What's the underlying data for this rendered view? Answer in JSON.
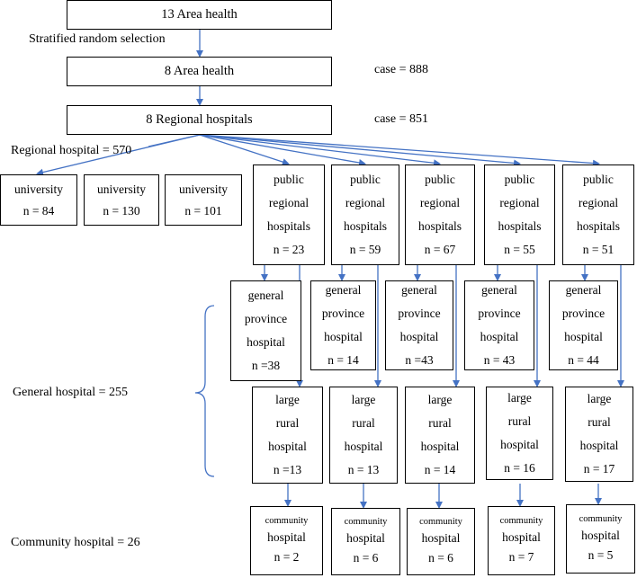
{
  "top": {
    "area13": "13 Area health",
    "selection": "Stratified random selection",
    "area8": "8 Area health",
    "case888": "case = 888",
    "regional8": "8 Regional hospitals",
    "case851": "case = 851"
  },
  "labels": {
    "regional_total": "Regional hospital = 570",
    "general_total": "General hospital = 255",
    "community_total": "Community hospital = 26"
  },
  "universities": [
    {
      "name": "university",
      "n": "n = 84"
    },
    {
      "name": "university",
      "n": "n = 130"
    },
    {
      "name": "university",
      "n": "n = 101"
    }
  ],
  "columns": [
    {
      "public": [
        "public",
        "regional",
        "hospitals"
      ],
      "public_n": "n = 23",
      "general": [
        "general",
        "province",
        "hospital"
      ],
      "general_n": "n =38",
      "rural": [
        "large",
        "rural",
        "hospital"
      ],
      "rural_n": "n =13",
      "community": [
        "community",
        "hospital"
      ],
      "community_n": "n = 2"
    },
    {
      "public": [
        "public",
        "regional",
        "hospitals"
      ],
      "public_n": "n = 59",
      "general": [
        "general",
        "province",
        "hospital"
      ],
      "general_n": "n = 14",
      "rural": [
        "large",
        "rural",
        "hospital"
      ],
      "rural_n": "n = 13",
      "community": [
        "community",
        "hospital"
      ],
      "community_n": "n = 6"
    },
    {
      "public": [
        "public",
        "regional",
        "hospitals"
      ],
      "public_n": "n = 67",
      "general": [
        "general",
        "province",
        "hospital"
      ],
      "general_n": "n =43",
      "rural": [
        "large",
        "rural",
        "hospital"
      ],
      "rural_n": "n = 14",
      "community": [
        "community",
        "hospital"
      ],
      "community_n": "n = 6"
    },
    {
      "public": [
        "public",
        "regional",
        "hospitals"
      ],
      "public_n": "n = 55",
      "general": [
        "general",
        "province",
        "hospital"
      ],
      "general_n": "n = 43",
      "rural": [
        "large",
        "rural",
        "hospital"
      ],
      "rural_n": "n = 16",
      "community": [
        "community",
        "hospital"
      ],
      "community_n": "n = 7"
    },
    {
      "public": [
        "public",
        "regional",
        "hospitals"
      ],
      "public_n": "n = 51",
      "general": [
        "general",
        "province",
        "hospital"
      ],
      "general_n": "n = 44",
      "rural": [
        "large",
        "rural",
        "hospital"
      ],
      "rural_n": "n = 17",
      "community": [
        "community",
        "hospital"
      ],
      "community_n": "n = 5"
    }
  ],
  "colors": {
    "arrow": "#4472C4",
    "border": "#000000"
  }
}
